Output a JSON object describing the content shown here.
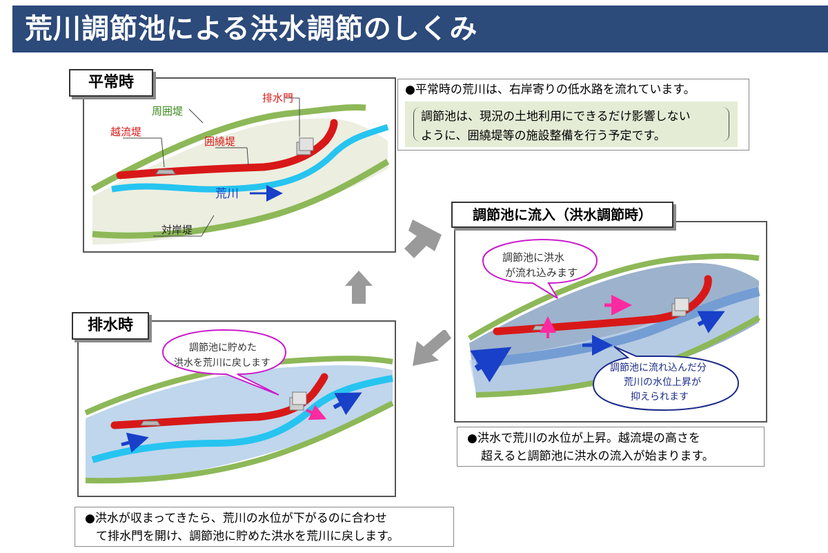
{
  "title": "荒川調節池による洪水調節のしくみ",
  "panels": {
    "normal": {
      "label": "平常時",
      "labels": {
        "gate": "排水門",
        "perimeter_levee": "周囲堤",
        "overflow_levee": "越流堤",
        "surround_levee": "囲繞堤",
        "river": "荒川",
        "opposite_levee": "対岸堤"
      },
      "caption": "●平常時の荒川は、右岸寄りの低水路を流れています。",
      "note_line1": "調節池は、現況の土地利用にできるだけ影響しない",
      "note_line2": "ように、囲繞堤等の施設整備を行う予定です。"
    },
    "inflow": {
      "label": "調節池に流入（洪水調節時）",
      "bubble_line1": "調節池に洪水",
      "bubble_line2": "が流れ込みます",
      "bubble2_line1": "調節池に流れ込んだ分",
      "bubble2_line2": "荒川の水位上昇が",
      "bubble2_line3": "抑えられます",
      "caption_line1": "●洪水で荒川の水位が上昇。越流堤の高さを",
      "caption_line2": "超えると調節池に洪水の流入が始まります。"
    },
    "drain": {
      "label": "排水時",
      "bubble_line1": "調節池に貯めた",
      "bubble_line2": "洪水を荒川に戻します",
      "caption_line1": "●洪水が収まってきたら、荒川の水位が下がるのに合わせ",
      "caption_line2": "て排水門を開け、調節池に貯めた洪水を荒川に戻します。"
    }
  },
  "colors": {
    "title_bg": "#2c4a7a",
    "levee_green": "#8db858",
    "land_beige": "#eceee0",
    "river_cyan": "#26c4f0",
    "flood_blue": "#9db2cc",
    "flood_light": "#bfd6ec",
    "dike_red": "#d81818",
    "arrow_blue": "#1840c8",
    "arrow_pink": "#ff2aa0",
    "bubble_magenta": "#cc1acc",
    "bubble_navy": "#1a2a8a",
    "cycle_arrow_gray": "#9a9a9a"
  }
}
